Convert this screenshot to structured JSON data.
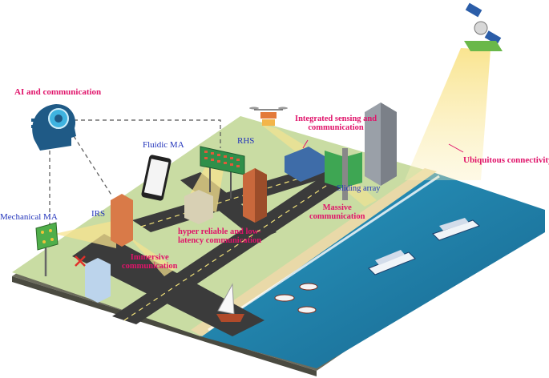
{
  "labels": {
    "ai_communication": "AI and communication",
    "integrated_sensing": "Integrated sensing and\ncommunication",
    "ubiquitous": "Ubiquitous connectivity",
    "fluidic_ma": "Fluidic MA",
    "rhs": "RHS",
    "mechanical_ma": "Mechanical MA",
    "irs": "IRS",
    "sliding_array": "Sliding array",
    "massive_comm": "Massive\ncommunication",
    "hyper_reliable": "hyper reliable and low-\nlatency communication",
    "immersive": "Immersive\ncommunication"
  },
  "colors": {
    "label_pink": "#e0136a",
    "label_blue": "#2233bb",
    "grass": "#c9dca3",
    "road": "#3b3b3b",
    "sea": "#1f7fa6",
    "beam": "#f7e38f"
  },
  "icons": [
    "satellite-icon",
    "ai-head-icon",
    "drone-icon",
    "smartphone-icon",
    "ship-icon",
    "sailboat-icon",
    "building-icon",
    "antenna-icon"
  ]
}
